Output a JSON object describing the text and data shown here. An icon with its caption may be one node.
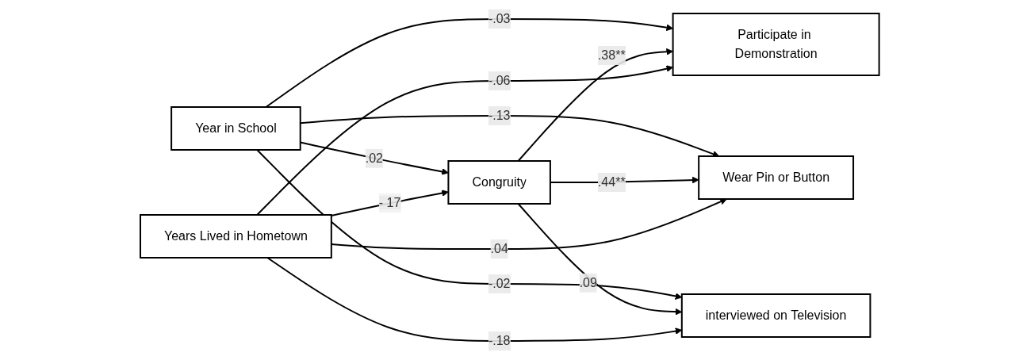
{
  "diagram": {
    "nodes": [
      {
        "text": [
          "Year in School"
        ]
      },
      {
        "text": [
          "Participate in Demonstration"
        ]
      },
      {
        "text": [
          "Congruity"
        ]
      },
      {
        "text": [
          "Wear Pin or Button"
        ]
      },
      {
        "text": [
          "Years Lived in Hometown"
        ]
      },
      {
        "text": [
          "interviewed on Television"
        ]
      }
    ],
    "edges": [
      {
        "from": 0,
        "to": 1,
        "arrow": "to",
        "label": "-.03"
      },
      {
        "from": 0,
        "to": 3,
        "arrow": "to",
        "label": "-.13"
      },
      {
        "from": 0,
        "to": 5,
        "arrow": "to",
        "label": "-.02"
      },
      {
        "from": 0,
        "to": 2,
        "arrow": "to",
        "label": ".02"
      },
      {
        "from": 2,
        "to": 1,
        "arrow": "to",
        "label": ".38**"
      },
      {
        "from": 2,
        "to": 3,
        "arrow": "to",
        "label": ".44**"
      },
      {
        "from": 2,
        "to": 5,
        "arrow": "to",
        "label": ".09"
      },
      {
        "from": 4,
        "to": 2,
        "arrow": "to",
        "label": "- 17"
      },
      {
        "from": 4,
        "to": 1,
        "arrow": "to",
        "label": "-.06"
      },
      {
        "from": 4,
        "to": 3,
        "arrow": "to",
        "label": ".04"
      },
      {
        "from": 4,
        "to": 5,
        "arrow": "to",
        "label": "-.18"
      }
    ]
  }
}
